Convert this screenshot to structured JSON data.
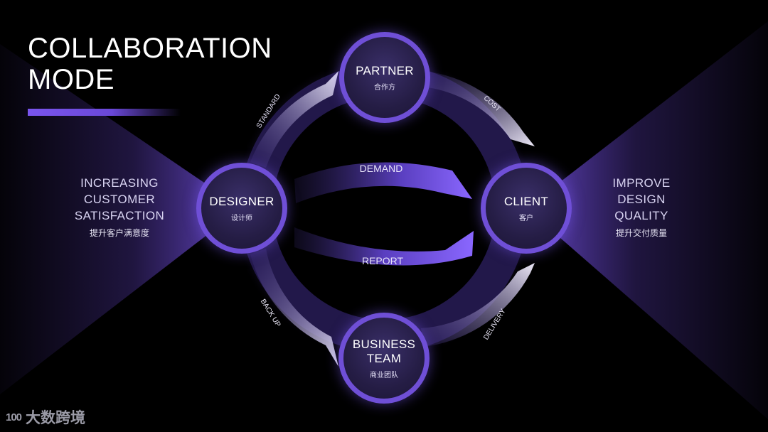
{
  "title": {
    "line1": "COLLABORATION",
    "line2": "MODE"
  },
  "left_block": {
    "line1": "INCREASING",
    "line2": "CUSTOMER",
    "line3": "SATISFACTION",
    "cn": "提升客户满意度"
  },
  "right_block": {
    "line1": "IMPROVE",
    "line2": "DESIGN",
    "line3": "QUALITY",
    "cn": "提升交付质量"
  },
  "nodes": {
    "partner": {
      "en": "PARTNER",
      "cn": "合作方"
    },
    "designer": {
      "en": "DESIGNER",
      "cn": "设计师"
    },
    "client": {
      "en": "CLIENT",
      "cn": "客户"
    },
    "business": {
      "en1": "BUSINESS",
      "en2": "TEAM",
      "cn": "商业团队"
    }
  },
  "arrows": {
    "standard": "STANDARD",
    "cost": "COST",
    "back_up": "BACK UP",
    "delivery": "DELIVERY",
    "demand": "DEMAND",
    "report": "REPORT"
  },
  "logo": {
    "mark": "100",
    "text": "大数跨境"
  },
  "colors": {
    "accent": "#6f4fd6",
    "node_fill": "#251d45",
    "background": "#000000",
    "text": "#ffffff"
  }
}
